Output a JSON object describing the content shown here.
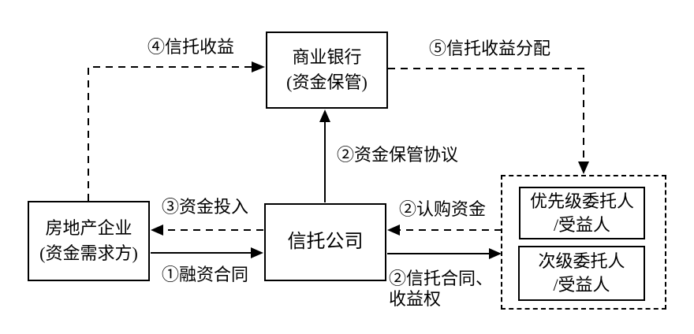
{
  "diagram": {
    "background_color": "#ffffff",
    "line_color": "#000000",
    "nodes": {
      "bank": {
        "line1": "商业银行",
        "line2": "(资金保管)"
      },
      "developer": {
        "line1": "房地产企业",
        "line2": "(资金需求方)"
      },
      "trust": {
        "label": "信托公司"
      },
      "senior_beneficiary": {
        "line1": "优先级委托人",
        "line2": "/受益人"
      },
      "junior_beneficiary": {
        "line1": "次级委托人",
        "line2": "/受益人"
      }
    },
    "edges": {
      "trust_income": {
        "label": "④信托收益",
        "style": "dashed",
        "from": "developer",
        "to": "bank"
      },
      "income_distribution": {
        "label": "⑤信托收益分配",
        "style": "dashed",
        "from": "bank",
        "to": "beneficiaries-group"
      },
      "custody_agreement": {
        "label": "②资金保管协议",
        "style": "solid",
        "from": "trust",
        "to": "bank"
      },
      "capital_injection": {
        "label": "③资金投入",
        "style": "dashed",
        "from": "trust",
        "to": "developer"
      },
      "financing_contract": {
        "label": "①融资合同",
        "style": "solid",
        "from": "developer",
        "to": "trust"
      },
      "subscription_funds": {
        "label": "②认购资金",
        "style": "dashed",
        "from": "beneficiaries-group",
        "to": "trust"
      },
      "trust_contract": {
        "line1": "②信托合同、",
        "line2": "收益权",
        "style": "solid",
        "from": "trust",
        "to": "beneficiaries-group"
      }
    }
  }
}
